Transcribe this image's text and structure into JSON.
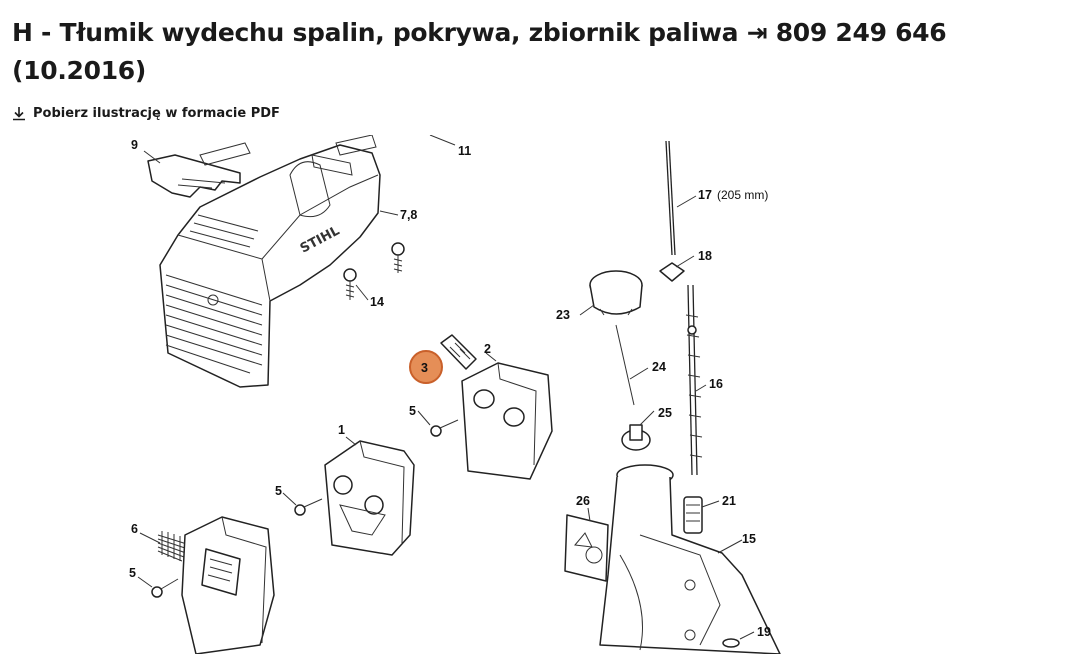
{
  "header": {
    "title": "H - Tłumik wydechu spalin, pokrywa, zbiornik paliwa",
    "arrow": "⇥",
    "part_number": "809 249 646",
    "date": "(10.2016)"
  },
  "download": {
    "label": "Pobierz ilustrację w formacie PDF"
  },
  "diagram": {
    "brand_text": "STIHL",
    "highlight_color": "#e07a3a",
    "callouts": {
      "c1": "1",
      "c2": "2",
      "c3": "3",
      "c5a": "5",
      "c5b": "5",
      "c5c": "5",
      "c6": "6",
      "c9": "9",
      "c11": "11",
      "c78": "7,8",
      "c14": "14",
      "c15": "15",
      "c16": "16",
      "c17": "17",
      "c17_size": "(205 mm)",
      "c18": "18",
      "c19": "19",
      "c21": "21",
      "c23": "23",
      "c24": "24",
      "c25": "25",
      "c26": "26"
    }
  }
}
